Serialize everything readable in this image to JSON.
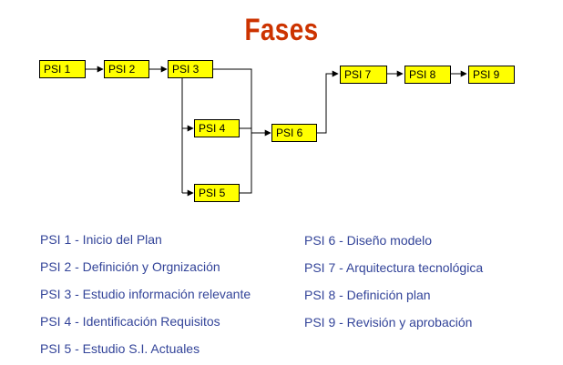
{
  "title": "Fases",
  "nodes": {
    "psi1": "PSI 1",
    "psi2": "PSI 2",
    "psi3": "PSI 3",
    "psi4": "PSI 4",
    "psi5": "PSI 5",
    "psi6": "PSI 6",
    "psi7": "PSI 7",
    "psi8": "PSI 8",
    "psi9": "PSI 9"
  },
  "legend_left": [
    "PSI 1 - Inicio del Plan",
    "PSI 2 - Definición y Orgnización",
    "PSI 3 - Estudio información relevante",
    "PSI 4 - Identificación Requisitos",
    "PSI 5 - Estudio S.I. Actuales"
  ],
  "legend_right": [
    "PSI 6 - Diseño modelo",
    "PSI 7 - Arquitectura tecnológica",
    "PSI 8 - Definición plan",
    "PSI 9 - Revisión y aprobación"
  ],
  "colors": {
    "title": "#cc3300",
    "box_fill": "#ffff00",
    "legend_text": "#334499"
  }
}
